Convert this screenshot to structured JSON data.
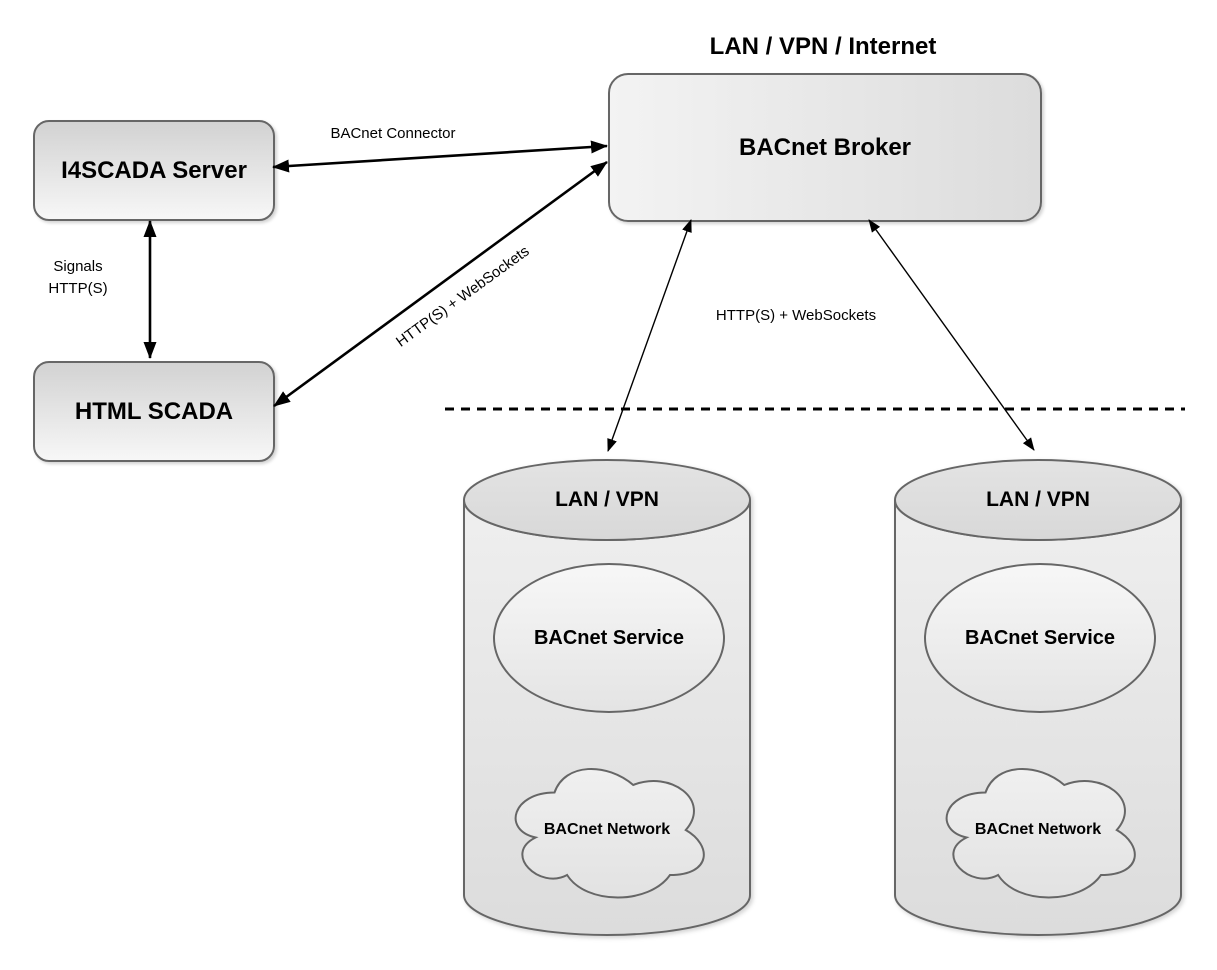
{
  "diagram": {
    "title": "LAN / VPN / Internet",
    "nodes": {
      "i4scada_server": "I4SCADA Server",
      "html_scada": "HTML SCADA",
      "bacnet_broker": "BACnet Broker",
      "site_left": {
        "zone": "LAN / VPN",
        "service": "BACnet Service",
        "network": "BACnet Network"
      },
      "site_right": {
        "zone": "LAN / VPN",
        "service": "BACnet Service",
        "network": "BACnet Network"
      }
    },
    "edge_labels": {
      "bacnet_connector": "BACnet Connector",
      "signals_line1": "Signals",
      "signals_line2": "HTTP(S)",
      "scada_to_broker": "HTTP(S) + WebSockets",
      "broker_to_sites": "HTTP(S) + WebSockets"
    },
    "colors": {
      "background": "#ffffff",
      "shape_border": "#666666",
      "shape_fill_light": "#f5f5f5",
      "shape_fill_dark": "#d6d6d6",
      "arrow": "#000000",
      "text": "#000000"
    }
  }
}
